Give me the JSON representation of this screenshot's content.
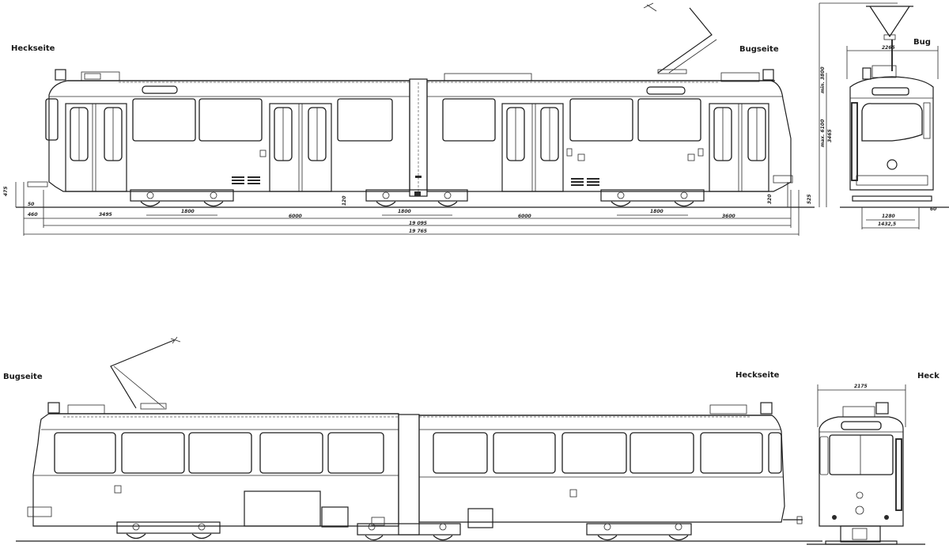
{
  "drawing": {
    "top_view": {
      "left_label": "Heckseite",
      "right_label": "Bugseite",
      "dimensions": {
        "overhang_left": "460",
        "end_to_bogie": "3495",
        "bogie_wheelbase_1": "1800",
        "bogie_spacing_1": "6000",
        "bogie_wheelbase_2": "1800",
        "bogie_spacing_2": "6000",
        "bogie_wheelbase_3": "1800",
        "bogie_to_end": "3600",
        "length_over_body": "19 095",
        "length_over_couplers": "19 765",
        "left_height": "475",
        "left_small": "50",
        "center_height": "120",
        "right_height_1": "320",
        "right_height_2": "525"
      }
    },
    "front_view": {
      "label": "Bug",
      "dimensions": {
        "width": "2265",
        "max_height": "max. 6100",
        "min_height": "min. 3800",
        "roof_height": "3465",
        "track_gauge_inner": "1280",
        "track_gauge": "1432,5",
        "rail_height": "60"
      }
    },
    "bottom_view": {
      "left_label": "Bugseite",
      "right_label": "Heckseite"
    },
    "rear_view": {
      "label": "Heck",
      "dimensions": {
        "width": "2175"
      }
    }
  },
  "colors": {
    "ink": "#1e1e1e",
    "paper": "#ffffff"
  }
}
